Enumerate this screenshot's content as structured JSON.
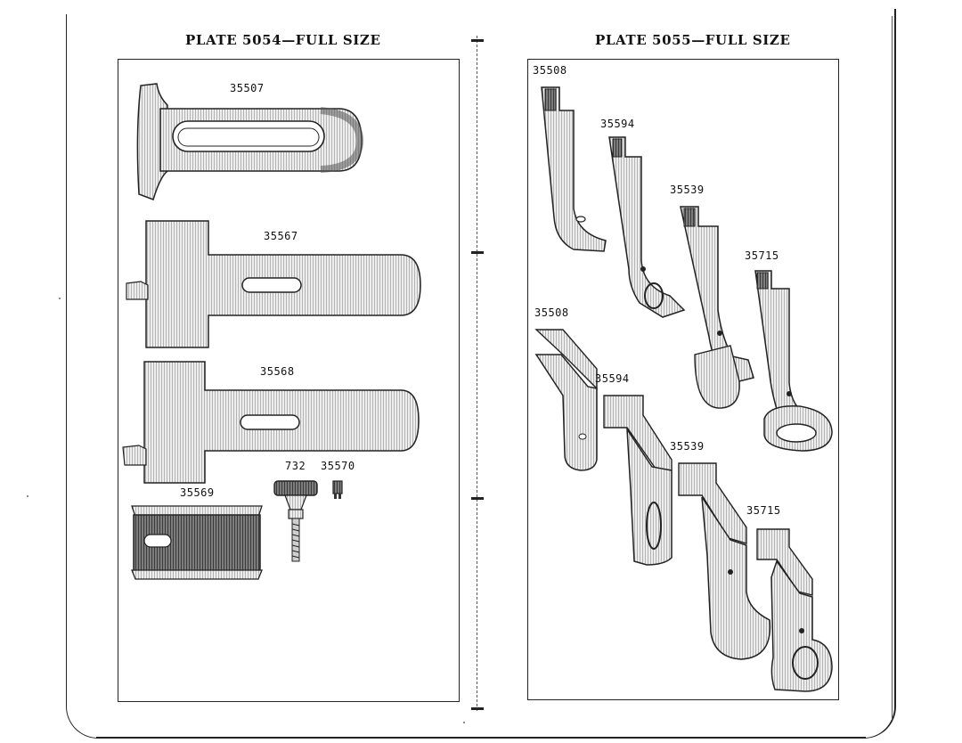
{
  "plates": [
    {
      "title": "PLATE 5054—FULL SIZE",
      "parts": [
        "35507",
        "35567",
        "35568",
        "35569",
        "732",
        "35570"
      ]
    },
    {
      "title": "PLATE 5055—FULL SIZE",
      "parts": [
        "35508",
        "35594",
        "35539",
        "35715",
        "35508",
        "35594",
        "35539",
        "35715"
      ]
    }
  ],
  "colors": {
    "ink": "#222222",
    "paper": "#ffffff",
    "hatch": "#8a8a8a",
    "dark": "#555555"
  }
}
